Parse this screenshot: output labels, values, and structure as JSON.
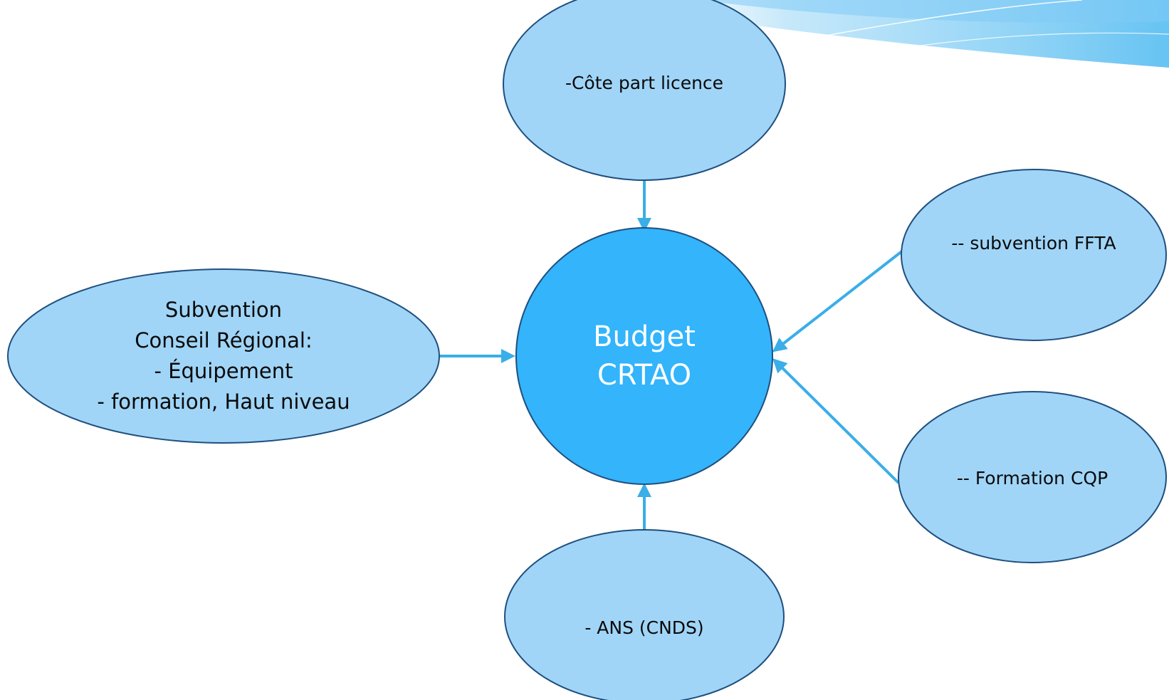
{
  "colors": {
    "background": "#ffffff",
    "node_fill": "#a0d5f7",
    "node_stroke": "#1f4f7f",
    "center_fill": "#33b4fb",
    "center_text": "#ffffff",
    "node_text": "#0a0a0a",
    "arrow": "#3aaee8",
    "decoration": "#6cc3f2"
  },
  "center": {
    "lines": [
      "Budget",
      "CRTAO"
    ]
  },
  "nodes": {
    "top": {
      "lines": [
        "-Côte part licence"
      ]
    },
    "left": {
      "lines": [
        "Subvention",
        "Conseil Régional:",
        "- Équipement",
        "- formation, Haut niveau"
      ]
    },
    "bottom": {
      "lines": [
        "- ANS (CNDS)"
      ]
    },
    "right_top": {
      "lines": [
        "-- subvention FFTA"
      ]
    },
    "right_bottom": {
      "lines": [
        "-- Formation CQP"
      ]
    }
  }
}
